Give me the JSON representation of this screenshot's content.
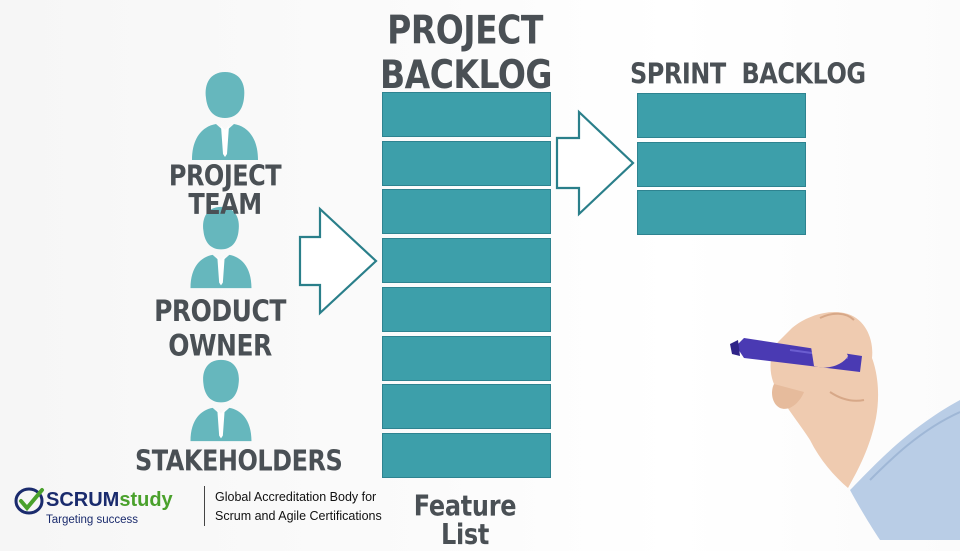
{
  "actors": [
    {
      "label_lines": [
        "PROJECT TEAM"
      ]
    },
    {
      "label_lines": [
        "PRODUCT",
        "OWNER"
      ]
    },
    {
      "label_lines": [
        "STAKEHOLDERS"
      ]
    }
  ],
  "project_backlog": {
    "title_lines": [
      "PROJECT",
      "BACKLOG"
    ],
    "item_count": 8,
    "caption": "Feature List"
  },
  "sprint_backlog": {
    "title": "SPRINT  BACKLOG",
    "item_count": 3
  },
  "colors": {
    "teal": "#3d9faa",
    "text": "#4a5055",
    "arrow_stroke": "#2a7f8a",
    "marker": "#4a3ab3"
  },
  "branding": {
    "logo_scrum": "SCRUM",
    "logo_study": "study",
    "tagline": "Targeting success",
    "body_line1": "Global Accreditation Body for",
    "body_line2": "Scrum and Agile Certifications"
  }
}
